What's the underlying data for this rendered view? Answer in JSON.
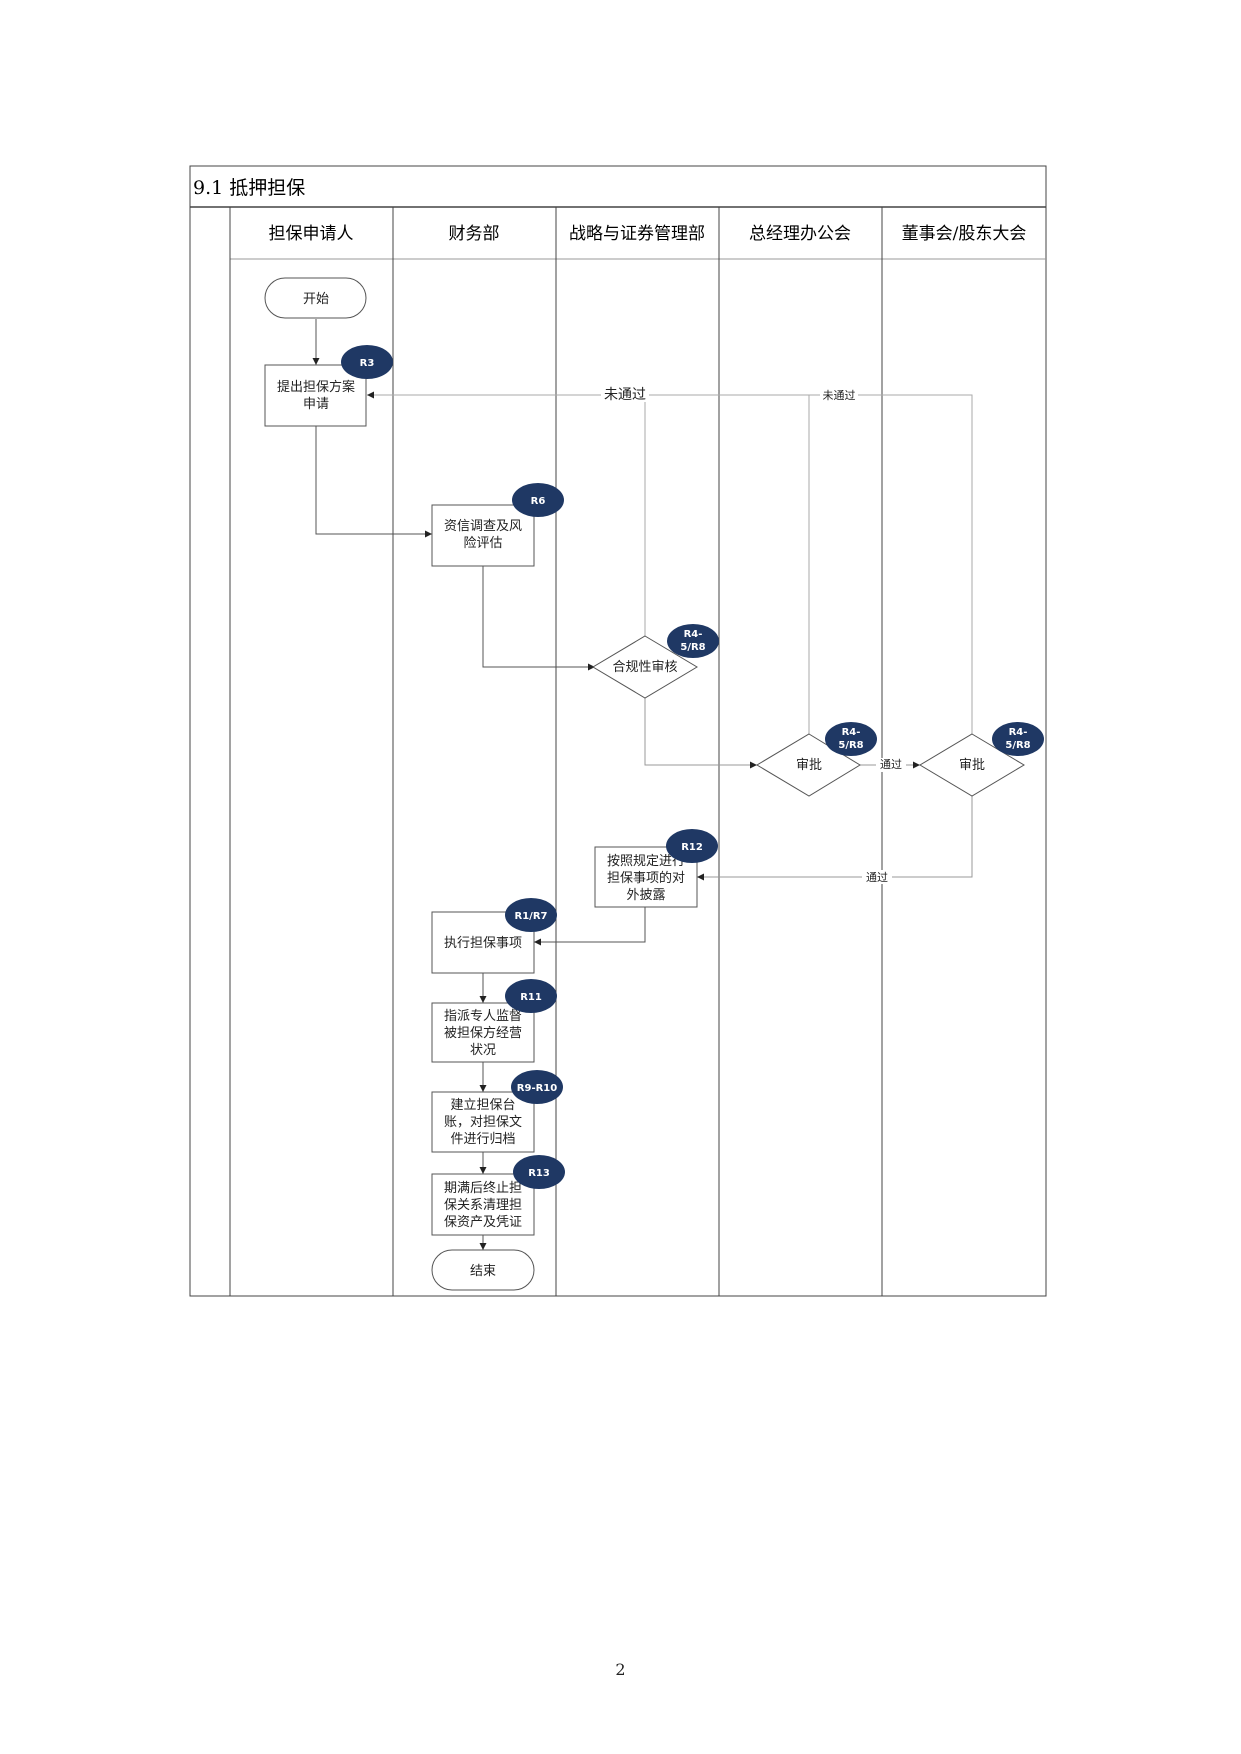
{
  "section_title": "9.1 抵押担保",
  "lanes": [
    "担保申请人",
    "财务部",
    "战略与证券管理部",
    "总经理办公会",
    "董事会/股东大会"
  ],
  "nodes": {
    "start": "开始",
    "proposal": [
      "提出担保方案",
      "申请"
    ],
    "credit_check": [
      "资信调查及风",
      "险评估"
    ],
    "compliance": "合规性审核",
    "gm_approval": "审批",
    "board_approval": "审批",
    "disclosure": [
      "按照规定进行",
      "担保事项的对",
      "外披露"
    ],
    "execute": "执行担保事项",
    "supervise": [
      "指派专人监督",
      "被担保方经营",
      "状况"
    ],
    "archive": [
      "建立担保台",
      "账，对担保文",
      "件进行归档"
    ],
    "terminate": [
      "期满后终止担",
      "保关系清理担",
      "保资产及凭证"
    ],
    "end": "结束"
  },
  "badges": {
    "proposal": [
      "R3"
    ],
    "credit_check": [
      "R6"
    ],
    "compliance": [
      "R4-",
      "5/R8"
    ],
    "gm_approval": [
      "R4-",
      "5/R8"
    ],
    "board_approval": [
      "R4-",
      "5/R8"
    ],
    "disclosure": [
      "R12"
    ],
    "execute": [
      "R1/R7"
    ],
    "supervise": [
      "R11"
    ],
    "archive": [
      "R9-R10"
    ],
    "terminate": [
      "R13"
    ]
  },
  "edge_labels": {
    "reject_main": "未通过",
    "reject_small": "未通过",
    "pass_gm_to_board": "通过",
    "pass_board": "通过"
  },
  "colors": {
    "badge_fill": "#1f3864",
    "badge_text": "#ffffff",
    "line": "#555555",
    "light_line": "#aaaaaa",
    "border": "#444444"
  },
  "page_number": "2"
}
